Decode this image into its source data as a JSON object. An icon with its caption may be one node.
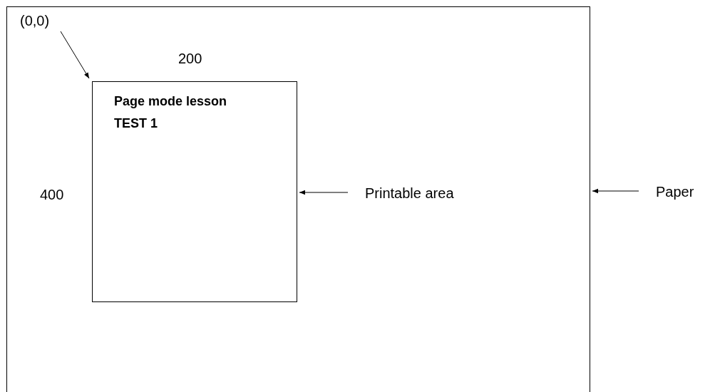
{
  "diagram": {
    "nodes": [
      {
        "text": [],
        "shape": "box"
      },
      {
        "text": [
          "Page mode lesson",
          "TEST 1"
        ],
        "in": 0
      },
      {
        "text": [
          "(0,0)"
        ],
        "in": 0
      },
      {
        "text": [
          "Printable area"
        ],
        "in": 0
      },
      {
        "text": [
          "Paper"
        ]
      }
    ],
    "edges": [
      {
        "from": 2,
        "to": 1,
        "arrow": "to"
      },
      {
        "from": 3,
        "to": 1,
        "arrow": "to"
      },
      {
        "from": 4,
        "to": 0,
        "arrow": "to"
      }
    ],
    "labels": [
      "200",
      "400"
    ]
  }
}
